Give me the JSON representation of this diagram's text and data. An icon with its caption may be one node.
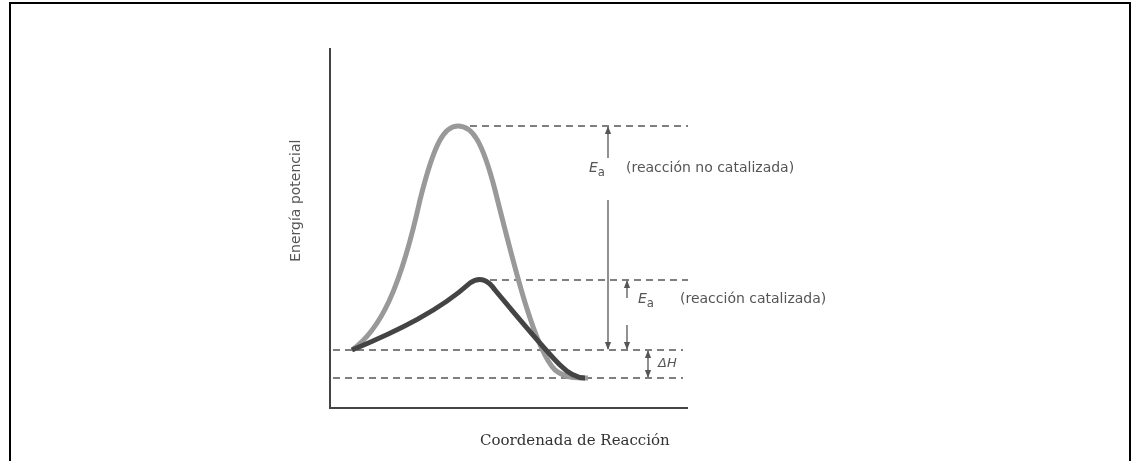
{
  "diagram": {
    "labels": [
      "Energía potencial",
      "*E*$_{a}$",
      "(reacción no catalizada)",
      "*E*$_{a}$",
      "(reacción catalizada)",
      "ΔH",
      "Coordenada de Reacción"
    ]
  }
}
